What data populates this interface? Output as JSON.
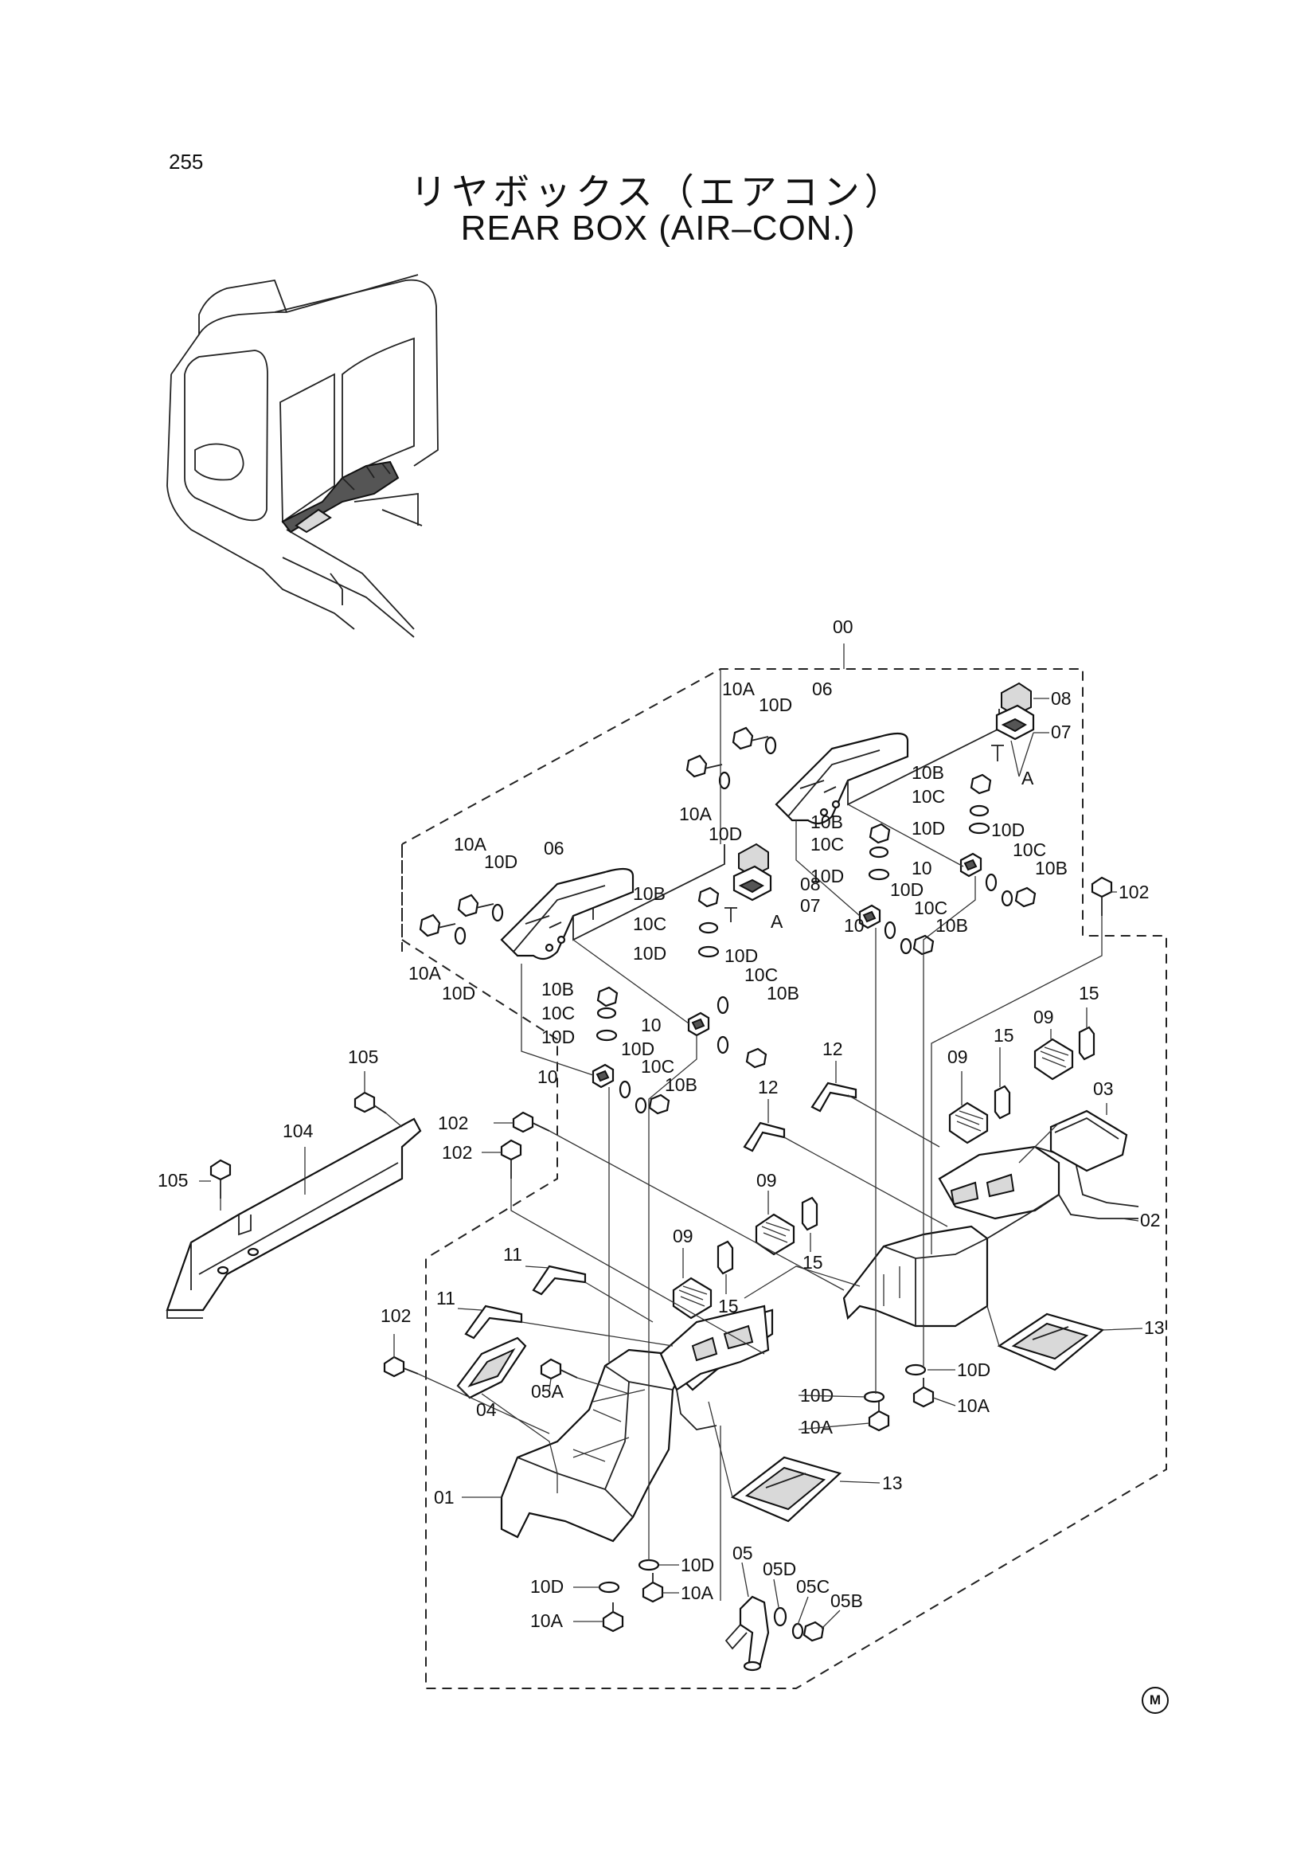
{
  "page": {
    "number": "255",
    "title_ja": "リヤボックス（エアコン）",
    "title_en": "REAR BOX (AIR–CON.)",
    "mark": "M"
  },
  "labels": {
    "l00": "00",
    "a10A": "10A",
    "a10D": "10D",
    "a06": "06",
    "a08": "08",
    "a07": "07",
    "aA": "A",
    "a10A2": "10A",
    "a10D2": "10D",
    "a10B": "10B",
    "a10C": "10C",
    "a10Db": "10D",
    "a10Dc": "10D",
    "a10Cc": "10C",
    "a10Bc": "10B",
    "a10Bm": "10B",
    "a10Cm": "10C",
    "a10Dm": "10D",
    "a10m": "10",
    "a10Dn": "10D",
    "a10Cn": "10C",
    "a10Bn": "10B",
    "a10n": "10",
    "b10A": "10A",
    "b10D": "10D",
    "b06": "06",
    "b08": "08",
    "b07": "07",
    "bA": "A",
    "b10A2": "10A",
    "b10D2": "10D",
    "b10B": "10B",
    "b10C": "10C",
    "b10Db": "10D",
    "b10Dc": "10D",
    "b10Cc": "10C",
    "b10Bc": "10B",
    "b10Bm": "10B",
    "b10Cm": "10C",
    "b10Dm": "10D",
    "b10m": "10",
    "b10Dn": "10D",
    "b10Cn": "10C",
    "b10Bn": "10B",
    "b10n": "10",
    "l102a": "102",
    "l102b": "102",
    "l102c": "102",
    "l102d": "102",
    "l105a": "105",
    "l104": "104",
    "l105b": "105",
    "l15a": "15",
    "l09a": "09",
    "l15b": "15",
    "l09b": "09",
    "l03": "03",
    "l12a": "12",
    "l12b": "12",
    "l02": "02",
    "l09c": "09",
    "l15c": "15",
    "l09d": "09",
    "l15d": "15",
    "l11a": "11",
    "l11b": "11",
    "l04": "04",
    "l05A": "05A",
    "l13a": "13",
    "l13b": "13",
    "l01": "01",
    "l10Dr1": "10D",
    "l10Dr2": "10D",
    "l10Ar1": "10A",
    "l10Ar2": "10A",
    "l10Dbot": "10D",
    "l10Abot": "10A",
    "l10Dl": "10D",
    "l10Al": "10A",
    "l05": "05",
    "l05D": "05D",
    "l05C": "05C",
    "l05B": "05B"
  }
}
